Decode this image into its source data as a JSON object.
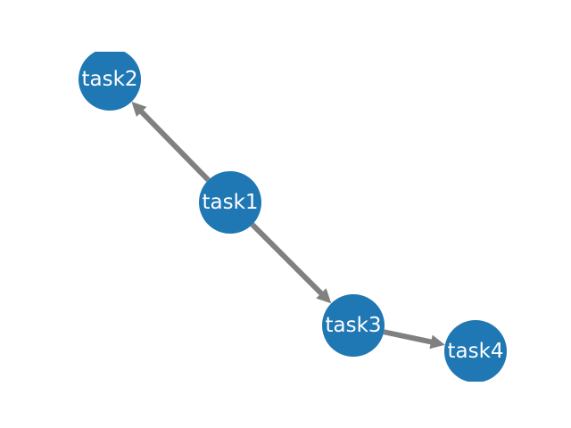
{
  "graph": {
    "node_color": "#1f77b4",
    "edge_color": "#808080",
    "label_color": "#ffffff",
    "nodes": [
      {
        "id": "task1",
        "label": "task1"
      },
      {
        "id": "task2",
        "label": "task2"
      },
      {
        "id": "task3",
        "label": "task3"
      },
      {
        "id": "task4",
        "label": "task4"
      }
    ],
    "edges": [
      {
        "from": "task1",
        "to": "task2",
        "directed": true
      },
      {
        "from": "task1",
        "to": "task3",
        "directed": true
      },
      {
        "from": "task3",
        "to": "task4",
        "directed": true
      }
    ]
  }
}
